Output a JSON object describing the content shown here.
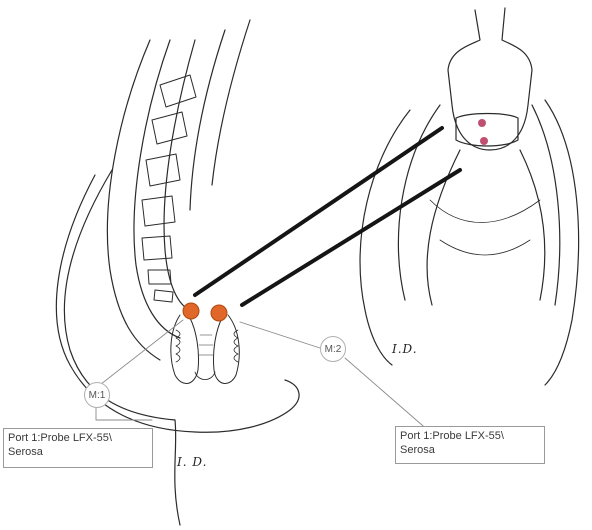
{
  "markers": [
    {
      "label": "M:1",
      "callout": "Port 1:Probe LFX-55\\\nSerosa"
    },
    {
      "label": "M:2",
      "callout": "Port 1:Probe LFX-55\\\nSerosa"
    }
  ],
  "annotations": {
    "id_left": "I. D.",
    "id_right": "I.D."
  },
  "colors": {
    "ink": "#2b2b2b",
    "probe": "#e0662a",
    "mucosa_dot": "#c05070",
    "leader": "#8a8a8a"
  }
}
